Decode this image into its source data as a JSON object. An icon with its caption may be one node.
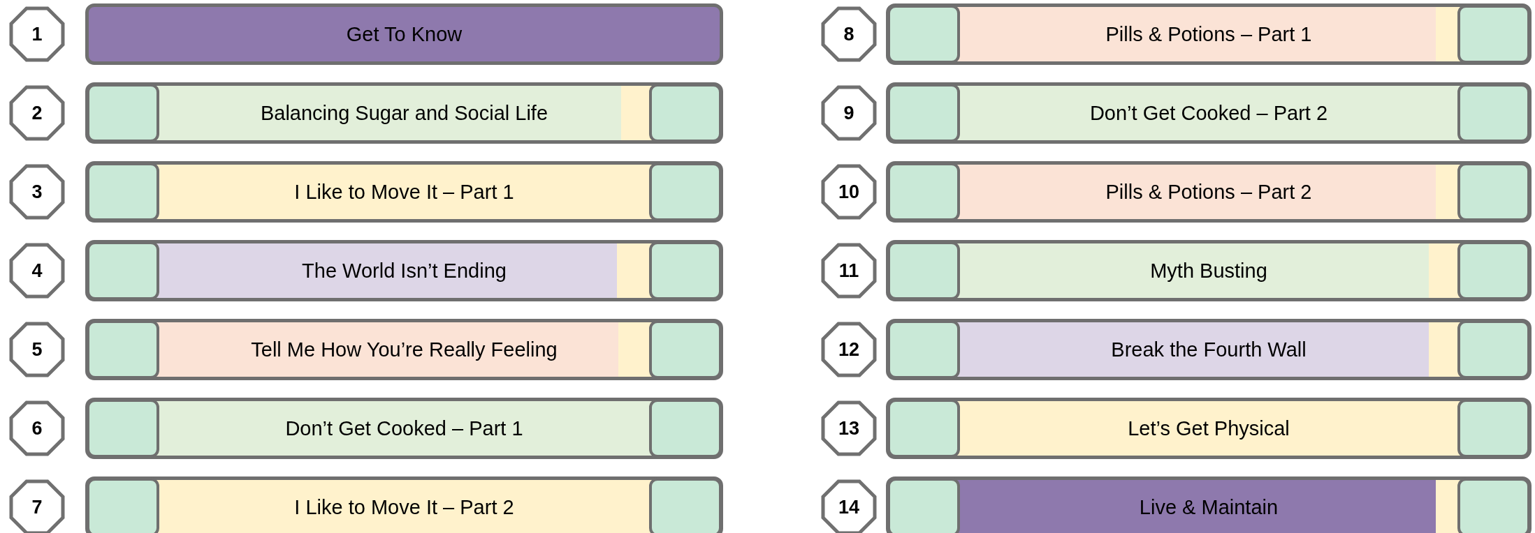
{
  "diagram": {
    "nodes": [
      {
        "text": [
          "1"
        ]
      },
      {
        "text": [
          "Get To Know"
        ]
      },
      {
        "text": [
          "2"
        ]
      },
      {
        "text": [
          "Balancing Sugar and Social Life"
        ]
      },
      {
        "text": [],
        "shape": "box",
        "in": 3
      },
      {
        "text": [],
        "shape": "box",
        "in": 3
      },
      {
        "text": [
          "3"
        ]
      },
      {
        "text": [
          "I Like to Move It – Part 1"
        ]
      },
      {
        "text": [],
        "shape": "box",
        "in": 7
      },
      {
        "text": [],
        "shape": "box",
        "in": 7
      },
      {
        "text": [
          "4"
        ]
      },
      {
        "text": [
          "The World Isn’t Ending"
        ]
      },
      {
        "text": [],
        "shape": "box",
        "in": 11
      },
      {
        "text": [],
        "shape": "box",
        "in": 11
      },
      {
        "text": [
          "5"
        ]
      },
      {
        "text": [
          "Tell Me How You’re Really Feeling"
        ]
      },
      {
        "text": [],
        "shape": "box",
        "in": 15
      },
      {
        "text": [],
        "shape": "box",
        "in": 15
      },
      {
        "text": [
          "6"
        ]
      },
      {
        "text": [
          "Don’t Get Cooked – Part 1"
        ]
      },
      {
        "text": [],
        "shape": "box",
        "in": 19
      },
      {
        "text": [],
        "shape": "box",
        "in": 19
      },
      {
        "text": [
          "7"
        ]
      },
      {
        "text": [
          "I Like to Move It – Part 2"
        ]
      },
      {
        "text": [],
        "shape": "box",
        "in": 23
      },
      {
        "text": [],
        "shape": "box",
        "in": 23
      },
      {
        "text": [
          "8"
        ]
      },
      {
        "text": [
          "Pills & Potions – Part 1"
        ]
      },
      {
        "text": [],
        "shape": "box",
        "in": 27
      },
      {
        "text": [],
        "shape": "box",
        "in": 27
      },
      {
        "text": [
          "9"
        ]
      },
      {
        "text": [
          "Don’t Get Cooked – Part 2"
        ]
      },
      {
        "text": [],
        "shape": "box",
        "in": 31
      },
      {
        "text": [],
        "shape": "box",
        "in": 31
      },
      {
        "text": [
          "10"
        ]
      },
      {
        "text": [
          "Pills & Potions – Part 2"
        ]
      },
      {
        "text": [],
        "shape": "box",
        "in": 35
      },
      {
        "text": [],
        "shape": "box",
        "in": 35
      },
      {
        "text": [
          "11"
        ]
      },
      {
        "text": [
          "Myth Busting"
        ]
      },
      {
        "text": [],
        "shape": "box",
        "in": 39
      },
      {
        "text": [],
        "shape": "box",
        "in": 39
      },
      {
        "text": [
          "12"
        ]
      },
      {
        "text": [
          "Break the Fourth Wall"
        ]
      },
      {
        "text": [],
        "shape": "box",
        "in": 43
      },
      {
        "text": [],
        "shape": "box",
        "in": 43
      },
      {
        "text": [
          "13"
        ]
      },
      {
        "text": [
          "Let’s Get Physical"
        ]
      },
      {
        "text": [],
        "shape": "box",
        "in": 47
      },
      {
        "text": [],
        "shape": "box",
        "in": 47
      },
      {
        "text": [
          "14"
        ]
      },
      {
        "text": [
          "Live & Maintain"
        ]
      },
      {
        "text": [],
        "shape": "box",
        "in": 51
      },
      {
        "text": [],
        "shape": "box",
        "in": 51
      }
    ]
  }
}
